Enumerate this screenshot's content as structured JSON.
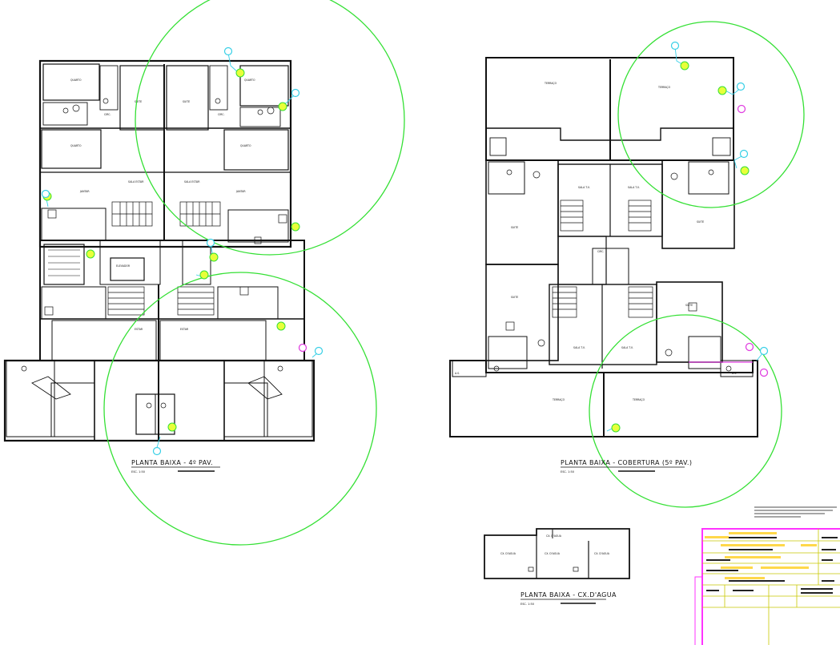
{
  "colors": {
    "wall": "#111111",
    "coverage": "#35e035",
    "device": "#37cfe6",
    "device_alt": "#e040e0",
    "marker": "#e8ff3a",
    "titleblock_frame": "#ff33ff",
    "titleblock_grid": "#c8c800",
    "titleblock_fill": "#ffd84a"
  },
  "icons": {
    "device": "smoke-detector-icon",
    "device_alt": "alarm-device-icon",
    "marker": "detector-marker-icon"
  },
  "plans": {
    "plan_4th": {
      "title": "PLANTA BAIXA - 4º PAV.",
      "scale": "ESC. 1:50"
    },
    "plan_roof": {
      "title": "PLANTA BAIXA - COBERTURA (5º PAV.)",
      "scale": "ESC. 1:50"
    },
    "plan_tank": {
      "title": "PLANTA BAIXA - CX.D'AGUA",
      "scale": "ESC. 1:50"
    }
  }
}
